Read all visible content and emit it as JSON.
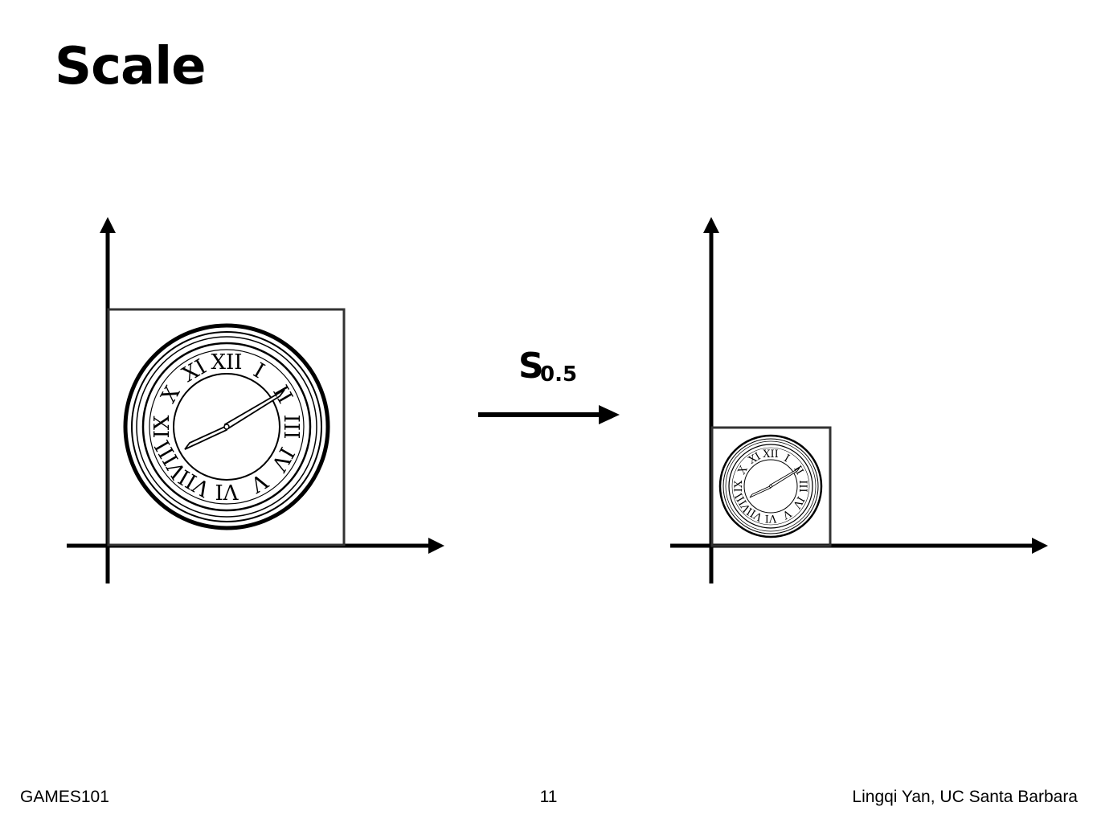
{
  "slide": {
    "title": "Scale",
    "transform_symbol": "S",
    "transform_subscript": "0.5"
  },
  "footer": {
    "left": "GAMES101",
    "page_number": "11",
    "right": "Lingqi Yan, UC Santa Barbara"
  },
  "clock": {
    "numerals": [
      "XII",
      "I",
      "II",
      "III",
      "IV",
      "V",
      "VI",
      "VII",
      "VIII",
      "IX",
      "X",
      "XI"
    ]
  }
}
